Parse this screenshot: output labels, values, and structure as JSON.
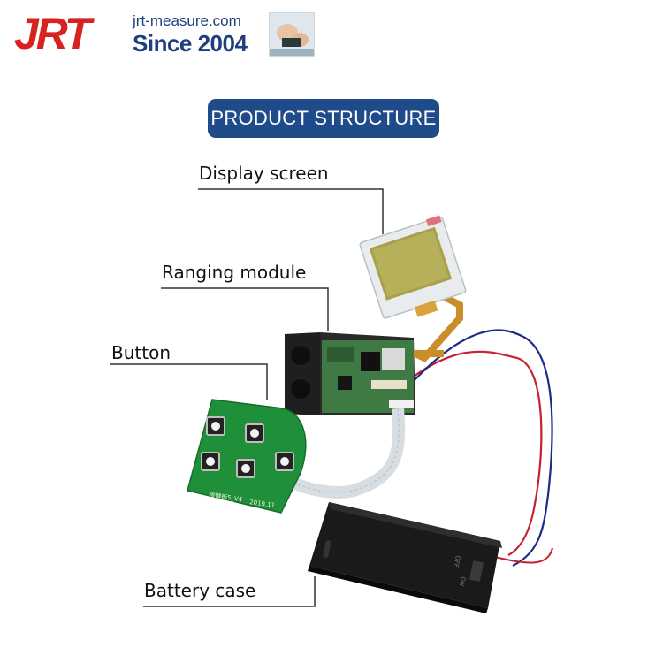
{
  "brand": {
    "logo_text": "JRT",
    "website": "jrt-measure.com",
    "tagline": "Since 2004",
    "brand_red": "#d7231f",
    "brand_blue": "#1f3e7c"
  },
  "title": {
    "text": "PRODUCT STRUCTURE",
    "background": "#1f4b8a"
  },
  "callouts": {
    "display_screen": "Display screen",
    "ranging_module": "Ranging module",
    "button": "Button",
    "battery_case": "Battery case"
  },
  "pcb_text": {
    "button_board": "按键板5_V4",
    "button_board_date": "2019.11",
    "battery_switch_on": "ON",
    "battery_switch_off": "OFF"
  }
}
